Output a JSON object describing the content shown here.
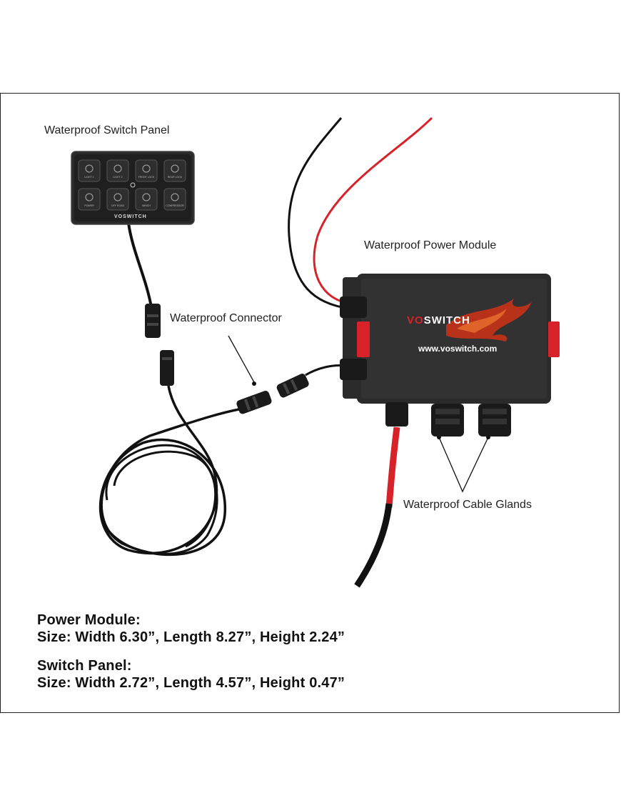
{
  "labels": {
    "switch_panel": "Waterproof Switch Panel",
    "power_module": "Waterproof Power Module",
    "connector": "Waterproof Connector",
    "glands": "Waterproof Cable Glands"
  },
  "panel": {
    "brand": "VOSWITCH",
    "buttons": [
      "LIGHT 1",
      "LIGHT 2",
      "FRONT LOCK",
      "REAR LOCK",
      "POWER",
      "OFF ROAD",
      "WINCH",
      "COMPRESSOR"
    ]
  },
  "module": {
    "brand_prefix": "VO",
    "brand_suffix": "SWITCH",
    "url": "www.voswitch.com"
  },
  "specs": {
    "power_module_title": "Power Module:",
    "power_module_size": "Size: Width 6.30”, Length 8.27”, Height 2.24”",
    "switch_panel_title": "Switch Panel:",
    "switch_panel_size": "Size: Width 2.72”, Length 4.57”, Height 0.47”"
  },
  "colors": {
    "module_body": "#2b2b2b",
    "accent_red": "#d8222a",
    "flame": "#b8321a"
  }
}
